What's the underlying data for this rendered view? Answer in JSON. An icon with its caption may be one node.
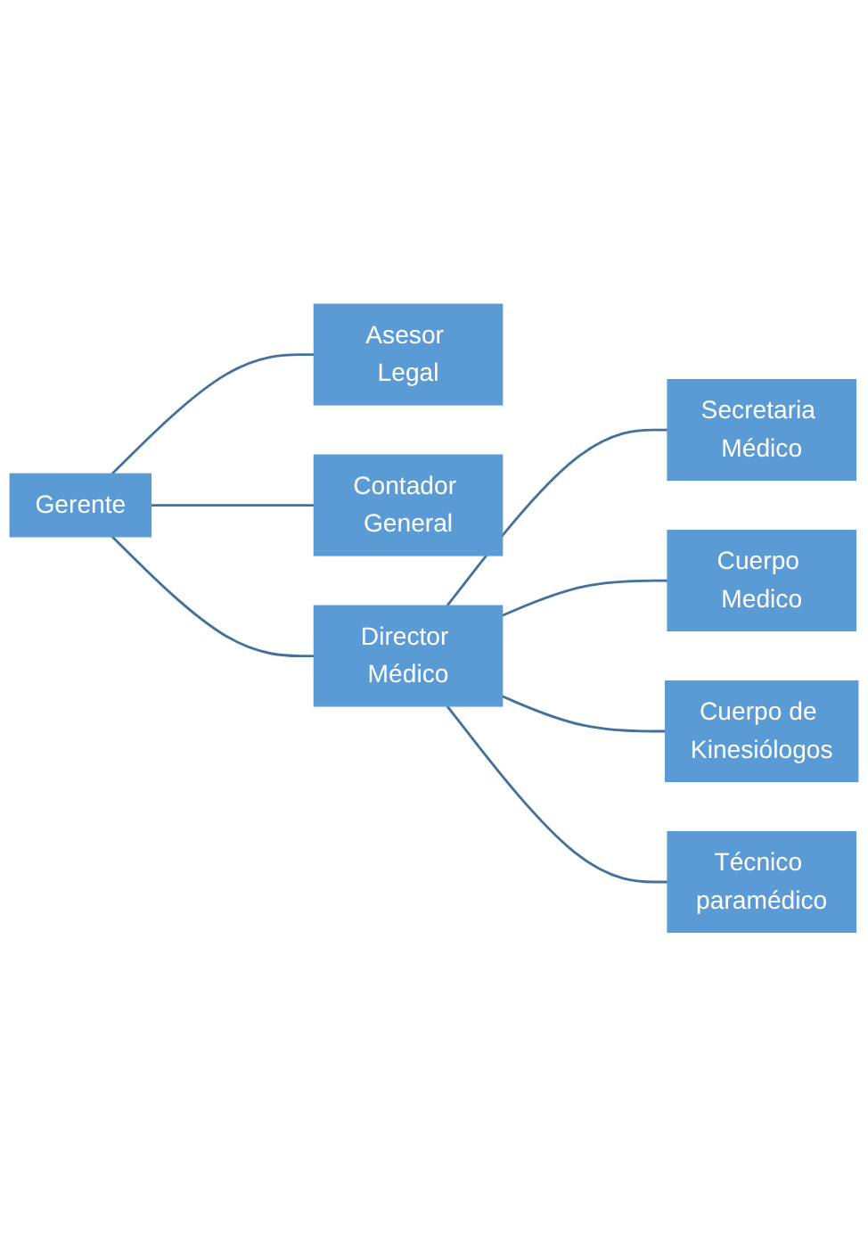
{
  "diagram": {
    "nodes": [
      {
        "text": [
          "Gerente"
        ]
      },
      {
        "text": [
          "Asesor Legal"
        ]
      },
      {
        "text": [
          "Contador General"
        ]
      },
      {
        "text": [
          "Director Médico"
        ]
      },
      {
        "text": [
          "Secretaria Médico"
        ]
      },
      {
        "text": [
          "Cuerpo Medico"
        ]
      },
      {
        "text": [
          "Cuerpo de Kinesiólogos"
        ]
      },
      {
        "text": [
          "Técnico paramédico"
        ]
      }
    ],
    "edges": [
      {
        "from": 0,
        "to": 1,
        "arrow": "none"
      },
      {
        "from": 0,
        "to": 2,
        "arrow": "none"
      },
      {
        "from": 0,
        "to": 3,
        "arrow": "none"
      },
      {
        "from": 3,
        "to": 4,
        "arrow": "none"
      },
      {
        "from": 3,
        "to": 5,
        "arrow": "none"
      },
      {
        "from": 3,
        "to": 6,
        "arrow": "none"
      },
      {
        "from": 3,
        "to": 7,
        "arrow": "none"
      }
    ]
  }
}
